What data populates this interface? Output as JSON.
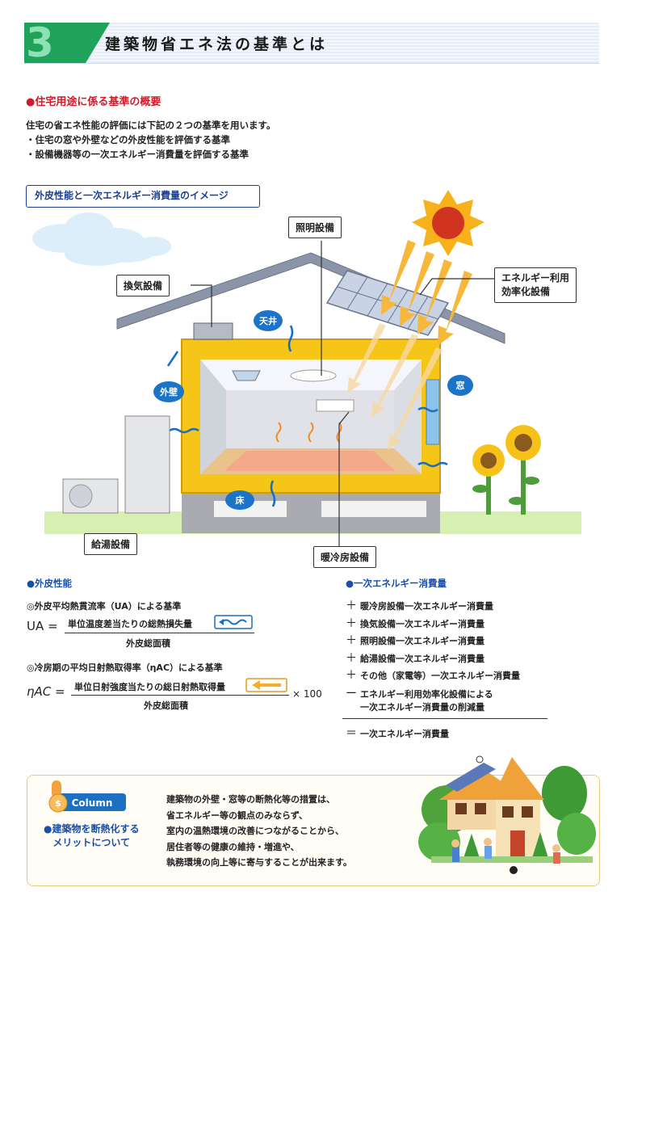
{
  "header": {
    "number": "3",
    "title": "建築物省エネ法の基準とは"
  },
  "section": {
    "heading": "●住宅用途に係る基準の概要",
    "intro": [
      "住宅の省エネ性能の評価には下記の２つの基準を用います。",
      "・住宅の窓や外壁などの外皮性能を評価する基準",
      "・設備機器等の一次エネルギー消費量を評価する基準"
    ]
  },
  "image_box": {
    "title": "外皮性能と一次エネルギー消費量のイメージ"
  },
  "diagram": {
    "labels": {
      "lighting": "照明設備",
      "ventilation": "換気設備",
      "efficiency_1": "エネルギー利用",
      "efficiency_2": "効率化設備",
      "hot_water": "給湯設備",
      "hvac": "暖冷房設備"
    },
    "badges": {
      "ceiling": "天井",
      "wall": "外壁",
      "window": "窓",
      "floor": "床"
    }
  },
  "envelope": {
    "heading": "●外皮性能",
    "ua_title": "◎外皮平均熱貫流率（UA）による基準",
    "ua_symbol": "UA =",
    "ua_numerator": "単位温度差当たりの総熱損失量",
    "ua_denominator": "外皮総面積",
    "eta_title": "◎冷房期の平均日射熱取得率（ηAC）による基準",
    "eta_symbol": "ηAC =",
    "eta_numerator": "単位日射強度当たりの総日射熱取得量",
    "eta_denominator": "外皮総面積",
    "eta_multiplier": "× 100"
  },
  "primary": {
    "heading": "●一次エネルギー消費量",
    "items": [
      {
        "sign": "＋",
        "text": "暖冷房設備一次エネルギー消費量"
      },
      {
        "sign": "＋",
        "text": "換気設備一次エネルギー消費量"
      },
      {
        "sign": "＋",
        "text": "照明設備一次エネルギー消費量"
      },
      {
        "sign": "＋",
        "text": "給湯設備一次エネルギー消費量"
      },
      {
        "sign": "＋",
        "text": "その他（家電等）一次エネルギー消費量"
      },
      {
        "sign": "ー",
        "text": "エネルギー利用効率化設備による"
      }
    ],
    "reduction_line2": "一次エネルギー消費量の削減量",
    "result_sign": "＝",
    "result_text": "一次エネルギー消費量"
  },
  "column": {
    "badge": "Column",
    "title_1": "●建築物を断熱化する",
    "title_2": "メリットについて",
    "body": [
      "建築物の外壁・窓等の断熱化等の措置は、",
      "省エネルギー等の観点のみならず、",
      "室内の温熱環境の改善につながることから、",
      "居住者等の健康の維持・増進や、",
      "執務環境の向上等に寄与することが出来ます。"
    ]
  },
  "colors": {
    "accent_green": "#1fa35a",
    "heading_red": "#d11a2a",
    "heading_blue": "#1a4fa8",
    "insulation": "#f5c518"
  }
}
